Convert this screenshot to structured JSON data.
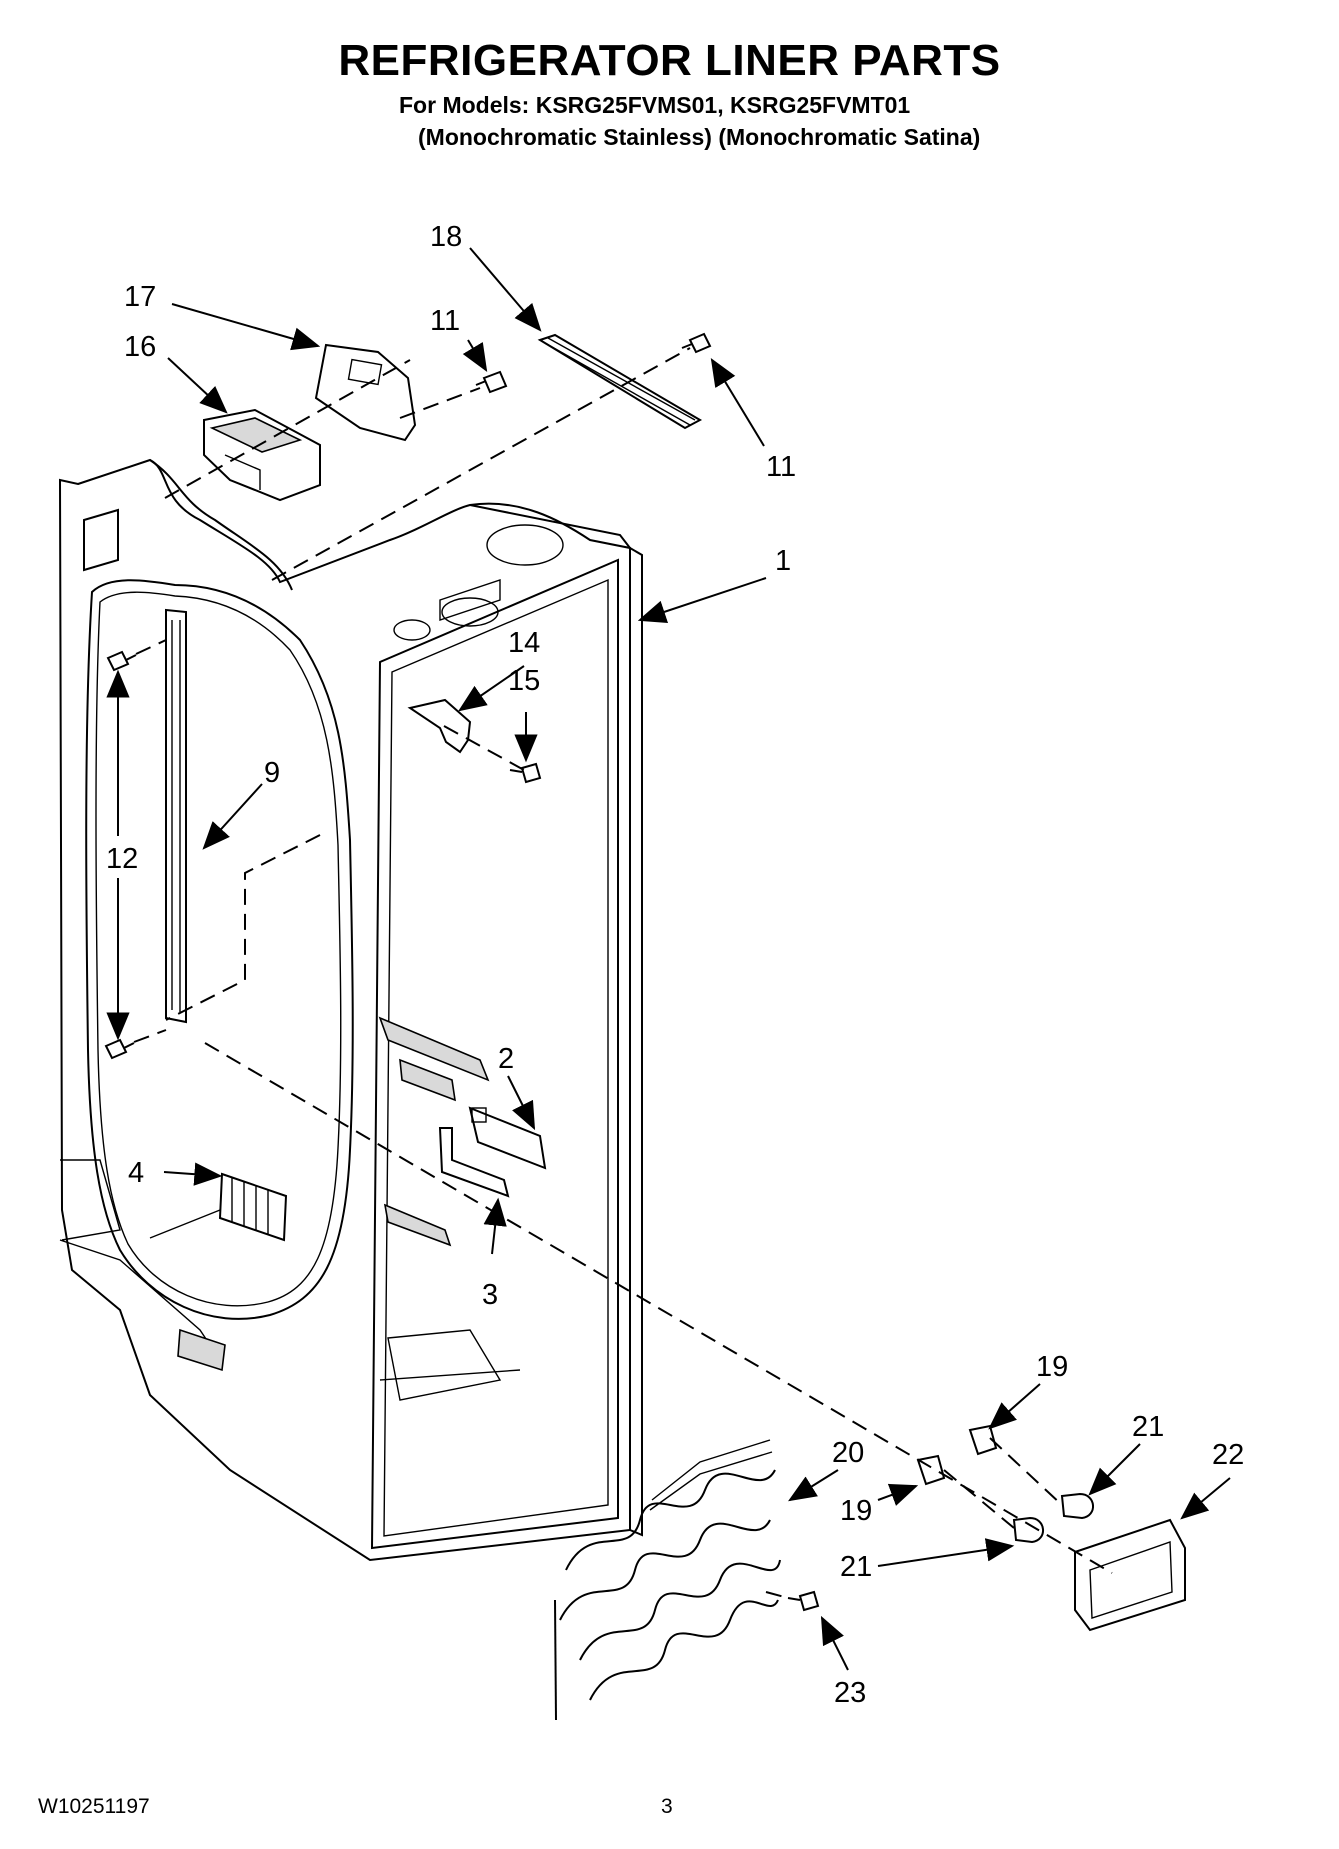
{
  "header": {
    "title": "REFRIGERATOR LINER PARTS",
    "models_line": "For Models: KSRG25FVMS01, KSRG25FVMT01",
    "variants_line": "(Monochromatic Stainless)  (Monochromatic Satina)"
  },
  "callouts": {
    "c1": "1",
    "c2": "2",
    "c3": "3",
    "c4": "4",
    "c9": "9",
    "c11a": "11",
    "c11b": "11",
    "c12": "12",
    "c14": "14",
    "c15": "15",
    "c16": "16",
    "c17": "17",
    "c18": "18",
    "c19a": "19",
    "c19b": "19",
    "c20": "20",
    "c21a": "21",
    "c21b": "21",
    "c22": "22",
    "c23": "23"
  },
  "footer": {
    "doc_number": "W10251197",
    "page_number": "3"
  }
}
